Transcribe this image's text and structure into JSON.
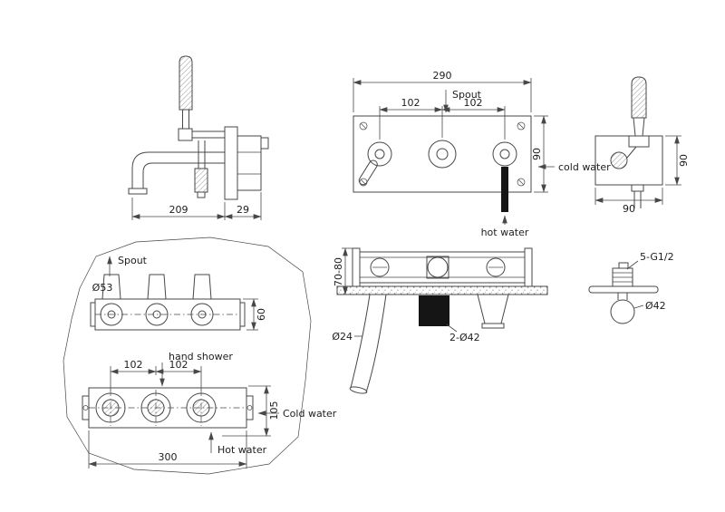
{
  "palette": {
    "line": "#474747",
    "text": "#1d1d1d",
    "solid_fill": "#151515",
    "background": "#ffffff"
  },
  "views": {
    "faucet_side": {
      "reach": "209",
      "wall_offset": "29"
    },
    "trim_front": {
      "width": "290",
      "spout": "Spout",
      "spacing_left": "102",
      "spacing_right": "102",
      "height": "90",
      "cold": "cold water",
      "hot": "hot water"
    },
    "handshower_side": {
      "height": "90",
      "width": "90"
    },
    "valve_section": {
      "depth": "70-80",
      "spout_dia": "Ø24",
      "holes": "2-Ø42"
    },
    "inlet_detail": {
      "thread": "5-G1/2",
      "dia": "Ø42"
    },
    "rough_in": {
      "spout": "Spout",
      "stub_dia": "Ø53",
      "body_depth": "60",
      "hand_shower": "hand shower",
      "spacing_left": "102",
      "spacing_right": "102",
      "height": "105",
      "cold": "Cold water",
      "hot": "Hot water",
      "width": "300"
    }
  }
}
